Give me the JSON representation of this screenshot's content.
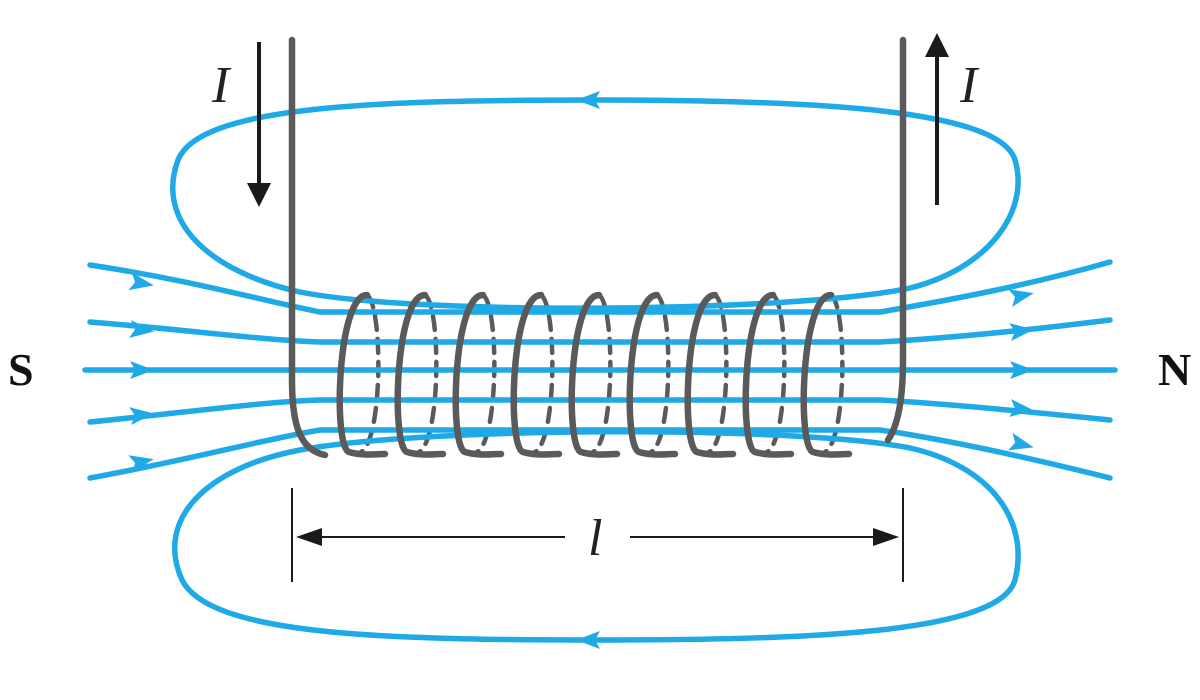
{
  "labels": {
    "south_pole": "S",
    "north_pole": "N",
    "current_in": "I",
    "current_out": "I",
    "length": "l"
  },
  "colors": {
    "field_line": "#1fa9e6",
    "wire": "#5a5a5a",
    "arrow": "#1a1a1a",
    "text": "#111111"
  },
  "solenoid": {
    "turns": 9
  }
}
